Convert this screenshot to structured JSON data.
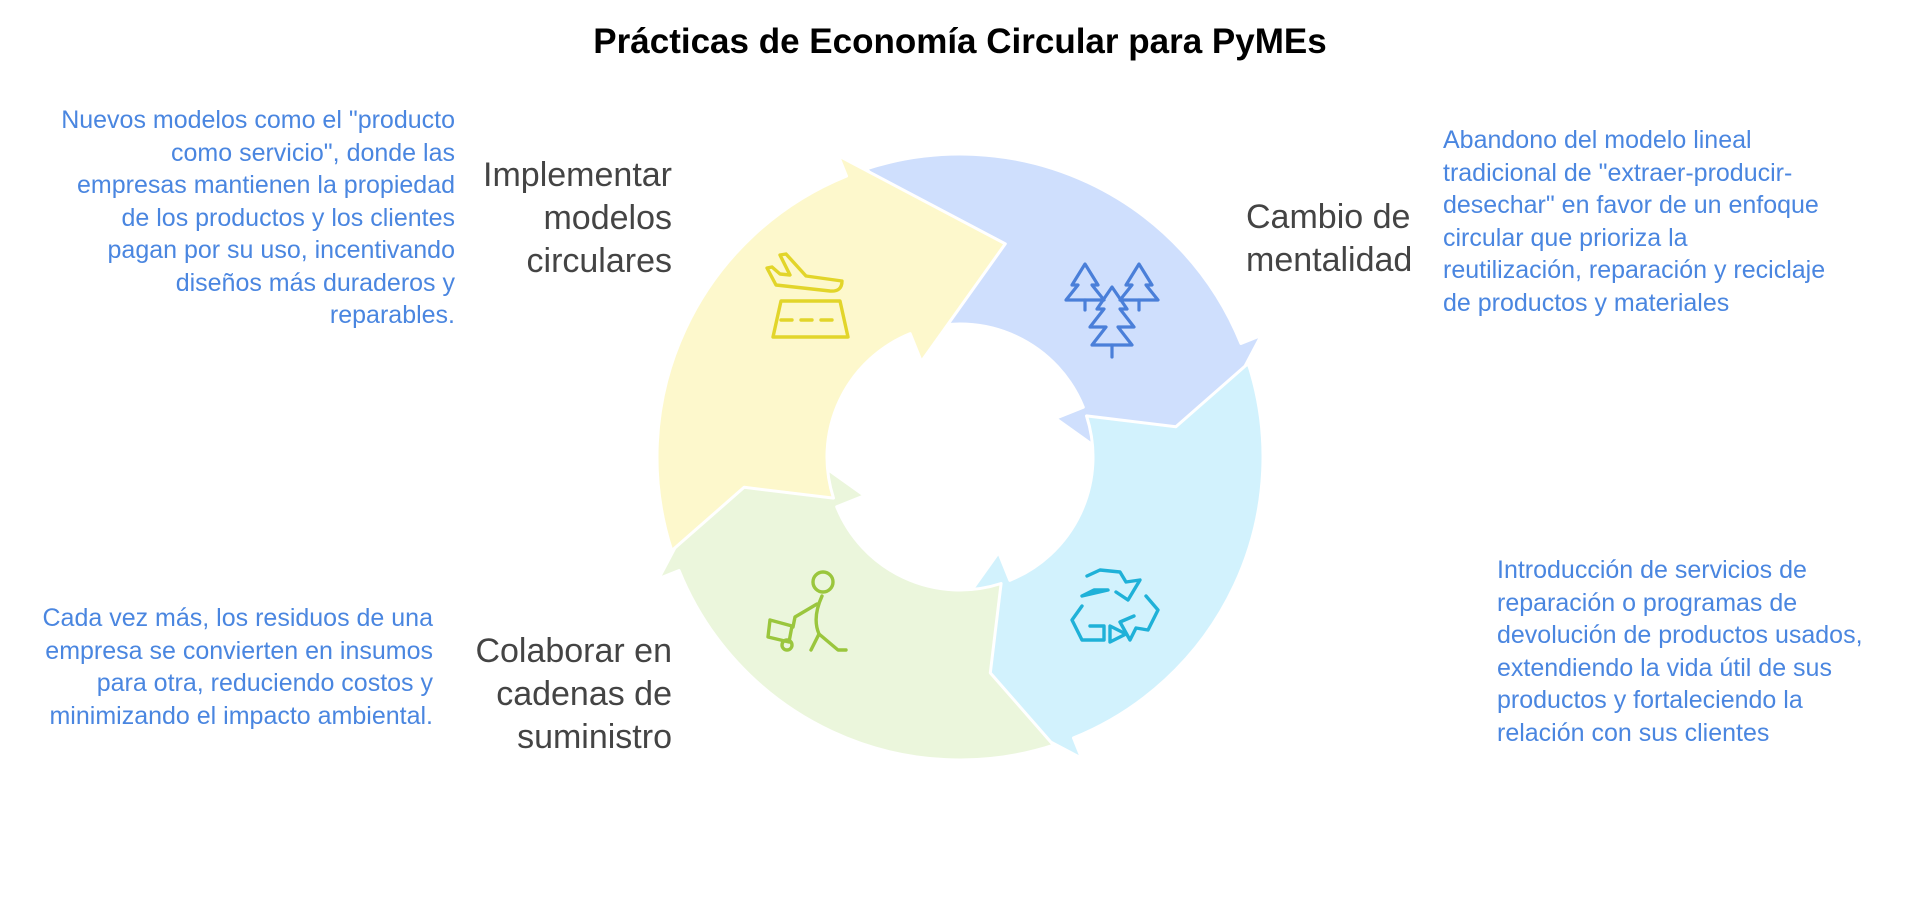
{
  "title": "Prácticas de Economía Circular para PyMEs",
  "colors": {
    "yellow": "#fdf8cc",
    "blue": "#cfdffd",
    "cyan": "#d2f2fd",
    "green": "#ebf6dc",
    "icon_yellow": "#e2d52a",
    "icon_blue": "#4a7fd9",
    "icon_cyan": "#1fb1d8",
    "icon_green": "#9ac63d",
    "description": "#4a86e0",
    "label": "#444444"
  },
  "steps": [
    {
      "label": "Implementar modelos circulares",
      "icon": "airplane-landing-icon",
      "description": "Nuevos modelos como el \"producto como servicio\", donde las empresas mantienen la propiedad de los productos y los clientes pagan por su uso, incentivando diseños más duraderos y reparables."
    },
    {
      "label": "Cambio de mentalidad",
      "icon": "pine-trees-icon",
      "description": "Abandono del modelo lineal tradicional de \"extraer-producir-desechar\" en favor de un enfoque circular que prioriza la reutilización, reparación y reciclaje de productos y materiales"
    },
    {
      "label": "Colaborar en cadenas de suministro",
      "icon": "person-cart-icon",
      "description": "Cada vez más, los residuos de una empresa se convierten en insumos para otra, reduciendo costos y minimizando el impacto ambiental."
    },
    {
      "label": "",
      "icon": "recycle-icon",
      "description": "Introducción de servicios de reparación o programas de devolución de productos usados, extendiendo la vida útil de sus productos y fortaleciendo la relación con sus clientes"
    }
  ]
}
